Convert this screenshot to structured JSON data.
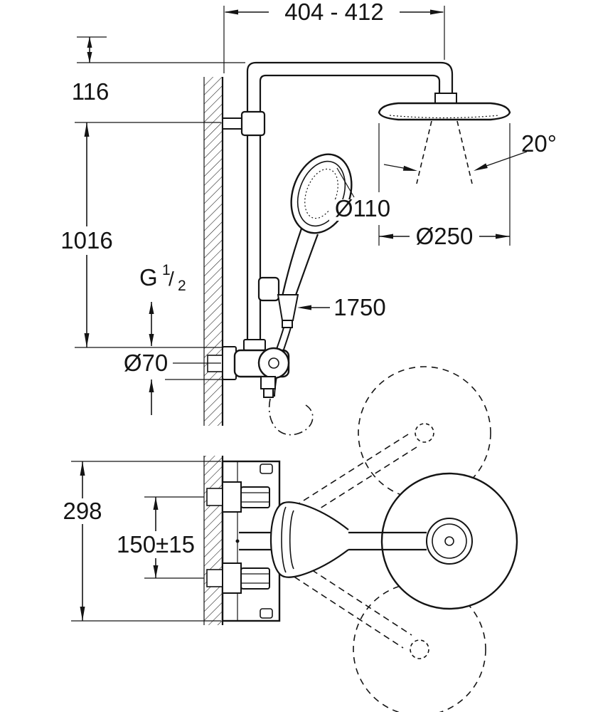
{
  "drawing": {
    "labels": {
      "width_range": "404 - 412",
      "top_offset": "116",
      "riser_height": "1016",
      "spray_angle": "20°",
      "hand_shower_diameter": "Ø110",
      "head_shower_diameter": "Ø250",
      "hose_length": "1750",
      "thread_prefix": "G",
      "thread_numerator": "1",
      "thread_slash": "/",
      "thread_denominator": "2",
      "escutcheon_diameter": "Ø70",
      "body_height": "298",
      "supply_spacing": "150±15"
    },
    "colors": {
      "line": "#141414",
      "background": "#ffffff"
    }
  }
}
